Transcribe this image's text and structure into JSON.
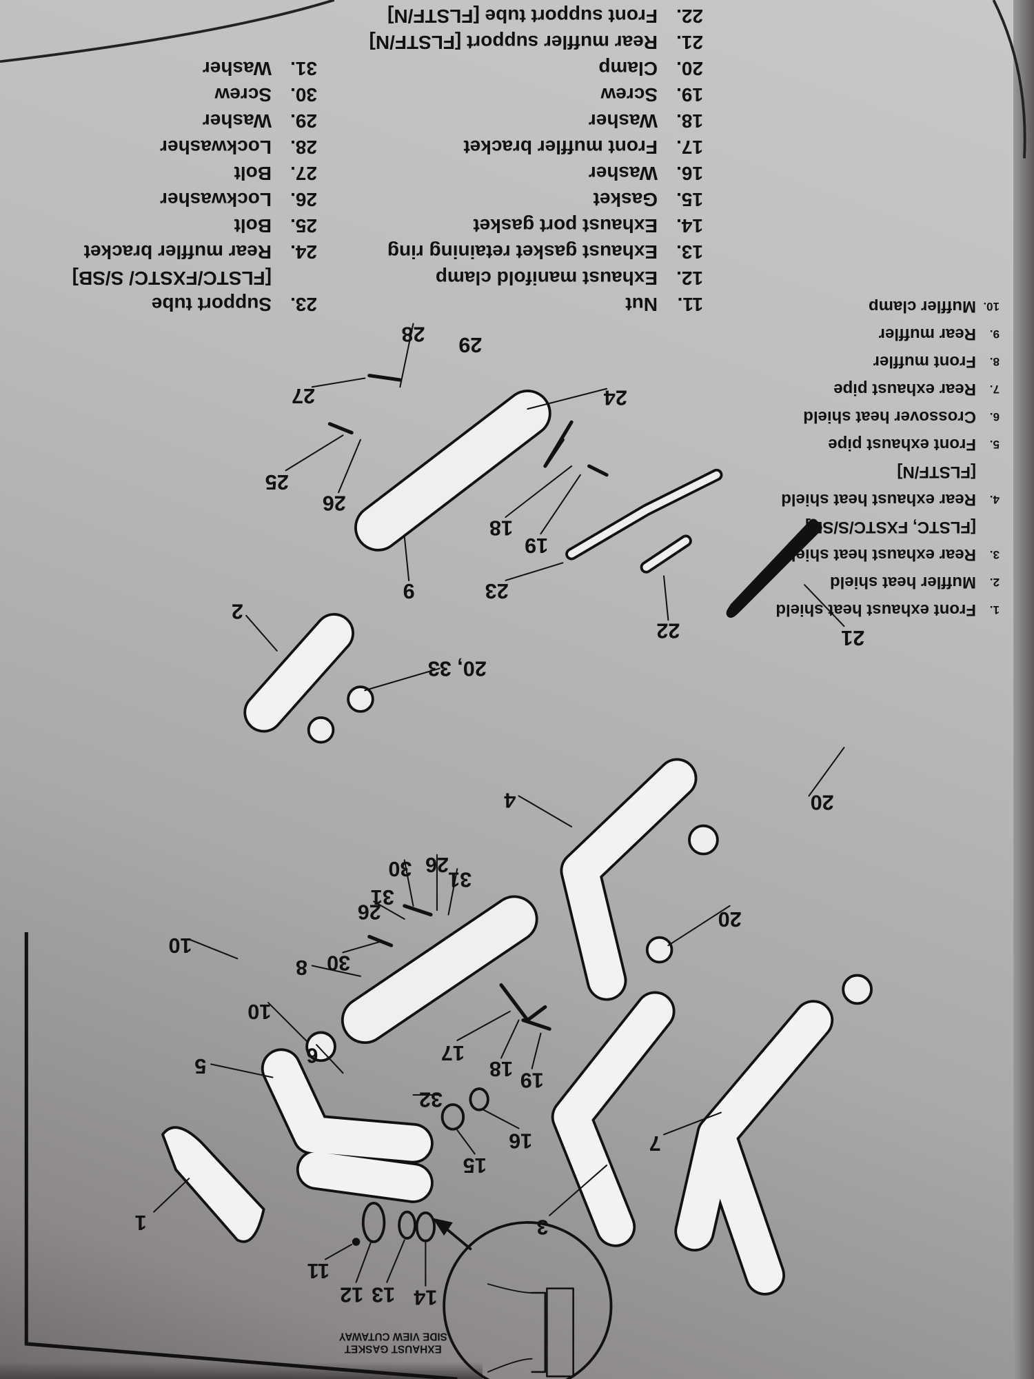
{
  "caption": {
    "line1": "EXHAUST GASKET",
    "line2": "SIDE VIEW CUTAWAY"
  },
  "callouts": [
    "1",
    "3",
    "7",
    "14",
    "13",
    "12",
    "11",
    "15",
    "16",
    "32",
    "19",
    "18",
    "17",
    "6",
    "5",
    "10",
    "8",
    "30",
    "26",
    "31",
    "30",
    "26",
    "31",
    "10",
    "20",
    "4",
    "20",
    "20, 33",
    "2",
    "21",
    "22",
    "23",
    "9",
    "19",
    "18",
    "26",
    "25",
    "24",
    "27",
    "29",
    "28"
  ],
  "legend": {
    "col1": [
      {
        "num": "1.",
        "label": "Front exhaust heat shield"
      },
      {
        "num": "2.",
        "label": "Muffler heat shield"
      },
      {
        "num": "3.",
        "label": "Rear exhaust heat shield [FLSTC, FXSTC/S/SB]"
      },
      {
        "num": "4.",
        "label": "Rear exhaust heat shield [FLSTF/N]"
      },
      {
        "num": "5.",
        "label": "Front exhaust pipe"
      },
      {
        "num": "6.",
        "label": "Crossover heat shield"
      },
      {
        "num": "7.",
        "label": "Rear exhaust pipe"
      },
      {
        "num": "8.",
        "label": "Front muffler"
      },
      {
        "num": "9.",
        "label": "Rear muffler"
      },
      {
        "num": "10.",
        "label": "Muffler clamp"
      }
    ],
    "col2": [
      {
        "num": "11.",
        "label": "Nut"
      },
      {
        "num": "12.",
        "label": "Exhaust manifold clamp"
      },
      {
        "num": "13.",
        "label": "Exhaust gasket retaining ring"
      },
      {
        "num": "14.",
        "label": "Exhaust port gasket"
      },
      {
        "num": "15.",
        "label": "Gasket"
      },
      {
        "num": "16.",
        "label": "Washer"
      },
      {
        "num": "17.",
        "label": "Front muffler bracket"
      },
      {
        "num": "18.",
        "label": "Washer"
      },
      {
        "num": "19.",
        "label": "Screw"
      },
      {
        "num": "20.",
        "label": "Clamp"
      },
      {
        "num": "21.",
        "label": "Rear muffler support [FLSTF/N]"
      },
      {
        "num": "22.",
        "label": "Front support tube [FLSTF/N]"
      }
    ],
    "col3": [
      {
        "num": "23.",
        "label": "Support tube [FLSTC/FXSTC/ S/SB]"
      },
      {
        "num": "24.",
        "label": "Rear muffler bracket"
      },
      {
        "num": "25.",
        "label": "Bolt"
      },
      {
        "num": "26.",
        "label": "Lockwasher"
      },
      {
        "num": "27.",
        "label": "Bolt"
      },
      {
        "num": "28.",
        "label": "Lockwasher"
      },
      {
        "num": "29.",
        "label": "Washer"
      },
      {
        "num": "30.",
        "label": "Screw"
      },
      {
        "num": "31.",
        "label": "Washer"
      }
    ]
  }
}
